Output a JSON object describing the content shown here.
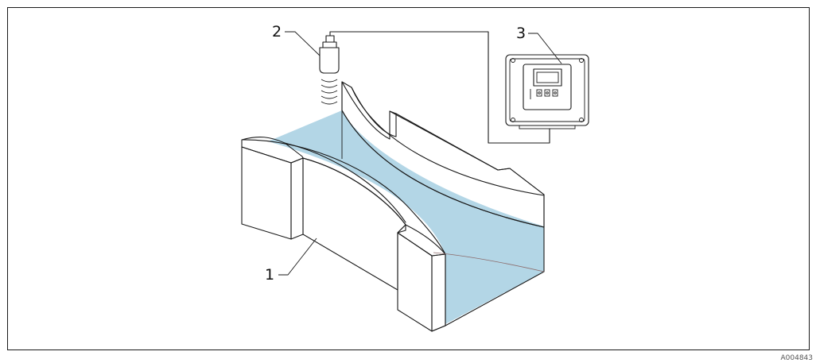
{
  "callouts": [
    {
      "id": "1",
      "label": "1"
    },
    {
      "id": "2",
      "label": "2"
    },
    {
      "id": "3",
      "label": "3"
    }
  ],
  "figure_id": "A004843",
  "colors": {
    "water": "#b3d6e6",
    "line": "#1a1a1a",
    "background": "#ffffff"
  }
}
